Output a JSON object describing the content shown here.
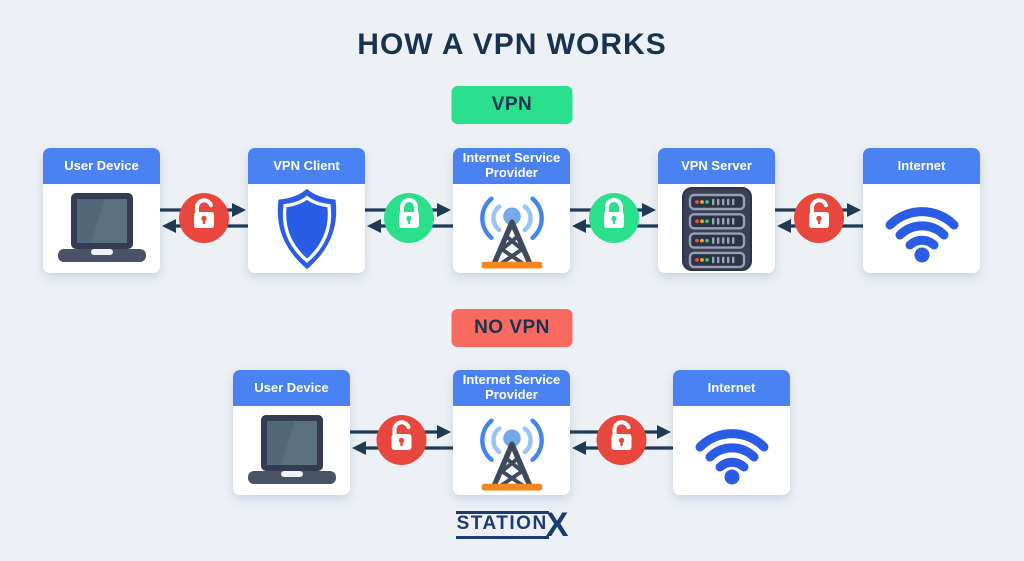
{
  "title": "HOW A VPN WORKS",
  "badges": {
    "vpn": {
      "label": "VPN",
      "bg": "#2ae08d"
    },
    "no_vpn": {
      "label": "NO VPN",
      "bg": "#f8695f"
    }
  },
  "colors": {
    "background": "#edf1f6",
    "title_navy": "#17334f",
    "card_header_blue": "#4a82f2",
    "encrypted_green": "#2ae08d",
    "unencrypted_red": "#e8473d",
    "no_vpn_salmon": "#f8695f",
    "icon_blue": "#2b5ce5",
    "tower_base_orange": "#f6871f",
    "arrow_navy": "#1e3a55"
  },
  "rows": {
    "vpn": {
      "cards": [
        {
          "label": "User Device",
          "icon": "laptop-icon"
        },
        {
          "label": "VPN Client",
          "icon": "shield-icon"
        },
        {
          "label": "Internet Service Provider",
          "icon": "radio-tower-icon"
        },
        {
          "label": "VPN Server",
          "icon": "server-rack-icon"
        },
        {
          "label": "Internet",
          "icon": "wifi-icon"
        }
      ],
      "links": [
        {
          "encryption": "unencrypted",
          "lock": "open-red-lock"
        },
        {
          "encryption": "encrypted",
          "lock": "closed-green-lock"
        },
        {
          "encryption": "encrypted",
          "lock": "closed-green-lock"
        },
        {
          "encryption": "unencrypted",
          "lock": "open-red-lock"
        }
      ]
    },
    "no_vpn": {
      "cards": [
        {
          "label": "User Device",
          "icon": "laptop-icon"
        },
        {
          "label": "Internet Service Provider",
          "icon": "radio-tower-icon"
        },
        {
          "label": "Internet",
          "icon": "wifi-icon"
        }
      ],
      "links": [
        {
          "encryption": "unencrypted",
          "lock": "open-red-lock"
        },
        {
          "encryption": "unencrypted",
          "lock": "open-red-lock"
        }
      ]
    }
  },
  "logo": {
    "station": "STATION",
    "x": "X"
  }
}
